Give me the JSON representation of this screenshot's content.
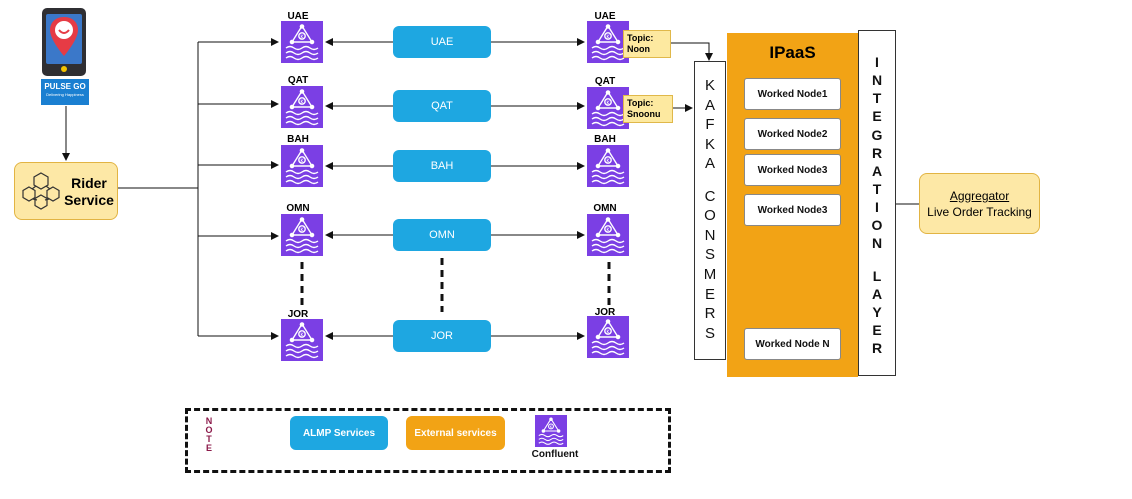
{
  "app": {
    "brand": "PULSE GO",
    "tagline": "Delivering Happiness"
  },
  "rider_service": {
    "label": "Rider Service"
  },
  "regions": [
    "UAE",
    "QAT",
    "BAH",
    "OMN",
    "JOR"
  ],
  "topics": {
    "uae": "Topic: Noon",
    "qat": "Topic: Snoonu"
  },
  "kafka_consumers": [
    "K",
    "A",
    "F",
    "K",
    "A",
    "",
    "C",
    "O",
    "N",
    "S",
    "M",
    "E",
    "R",
    "S"
  ],
  "ipaas": {
    "title": "IPaaS",
    "nodes": [
      "Worked Node1",
      "Worked Node2",
      "Worked Node3",
      "Worked Node3",
      "Worked Node N"
    ]
  },
  "integration_layer": [
    "I",
    "N",
    "T",
    "E",
    "G",
    "R",
    "A",
    "T",
    "I",
    "O",
    "N",
    "",
    "L",
    "A",
    "Y",
    "E",
    "R"
  ],
  "aggregator": {
    "title": "Aggregator",
    "subtitle": "Live Order Tracking"
  },
  "legend": {
    "note": [
      "N",
      "O",
      "T",
      "E"
    ],
    "almp": "ALMP Services",
    "external": "External services",
    "confluent": "Confluent"
  },
  "colors": {
    "service_blue": "#1ea7e1",
    "ipaas_orange": "#f2a315",
    "confluent_purple": "#7b3fe4",
    "callout_yellow": "#fde8a6"
  }
}
